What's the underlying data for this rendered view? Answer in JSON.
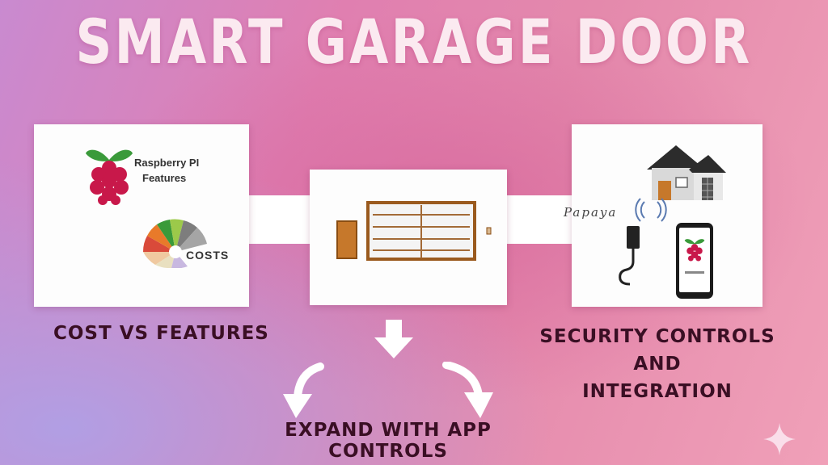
{
  "title": "SMART GARAGE DOOR",
  "left_panel": {
    "raspberry_label_line1": "Raspberry PI",
    "raspberry_label_line2": "Features",
    "costs_label": "COSTS"
  },
  "right_panel": {
    "handwritten_label": "Papaya"
  },
  "captions": {
    "left": "COST VS FEATURES",
    "right_line1": "SECURITY CONTROLS AND",
    "right_line2": "INTEGRATION",
    "bottom": "EXPAND WITH APP CONTROLS"
  },
  "colors": {
    "caption_text": "#3a0f24",
    "title_text": "#fbeaf0",
    "raspberry_red": "#c8184a",
    "leaf_green": "#3a9a3a",
    "door_brown": "#b5651d"
  }
}
